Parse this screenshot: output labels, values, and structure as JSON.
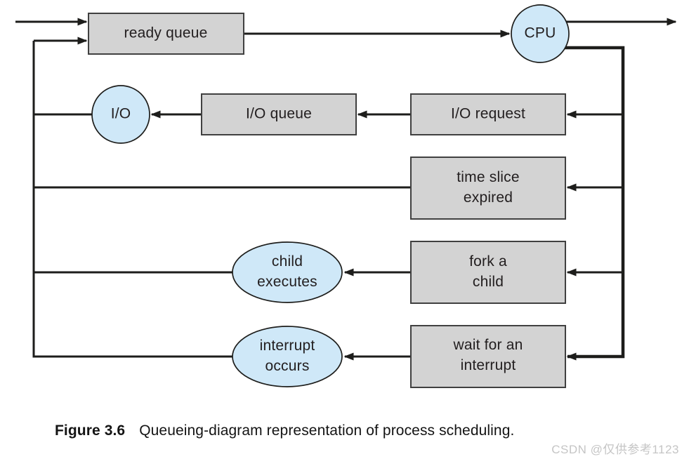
{
  "colors": {
    "box_fill": "#d3d3d3",
    "bubble_fill": "#cfe8f8",
    "line": "#1d1d1b"
  },
  "nodes": {
    "ready_queue": {
      "label": "ready queue"
    },
    "cpu": {
      "label": "CPU"
    },
    "io": {
      "label": "I/O"
    },
    "io_queue": {
      "label": "I/O queue"
    },
    "io_request": {
      "label": "I/O request"
    },
    "time_slice": {
      "label": "time slice\nexpired"
    },
    "fork_child": {
      "label": "fork a\nchild"
    },
    "child_executes": {
      "label": "child\nexecutes"
    },
    "wait_interrupt": {
      "label": "wait for an\ninterrupt"
    },
    "interrupt_occurs": {
      "label": "interrupt\noccurs"
    }
  },
  "caption": {
    "figure_label": "Figure 3.6",
    "text": "Queueing-diagram representation of process scheduling."
  },
  "watermark": "CSDN @仅供参考1123"
}
